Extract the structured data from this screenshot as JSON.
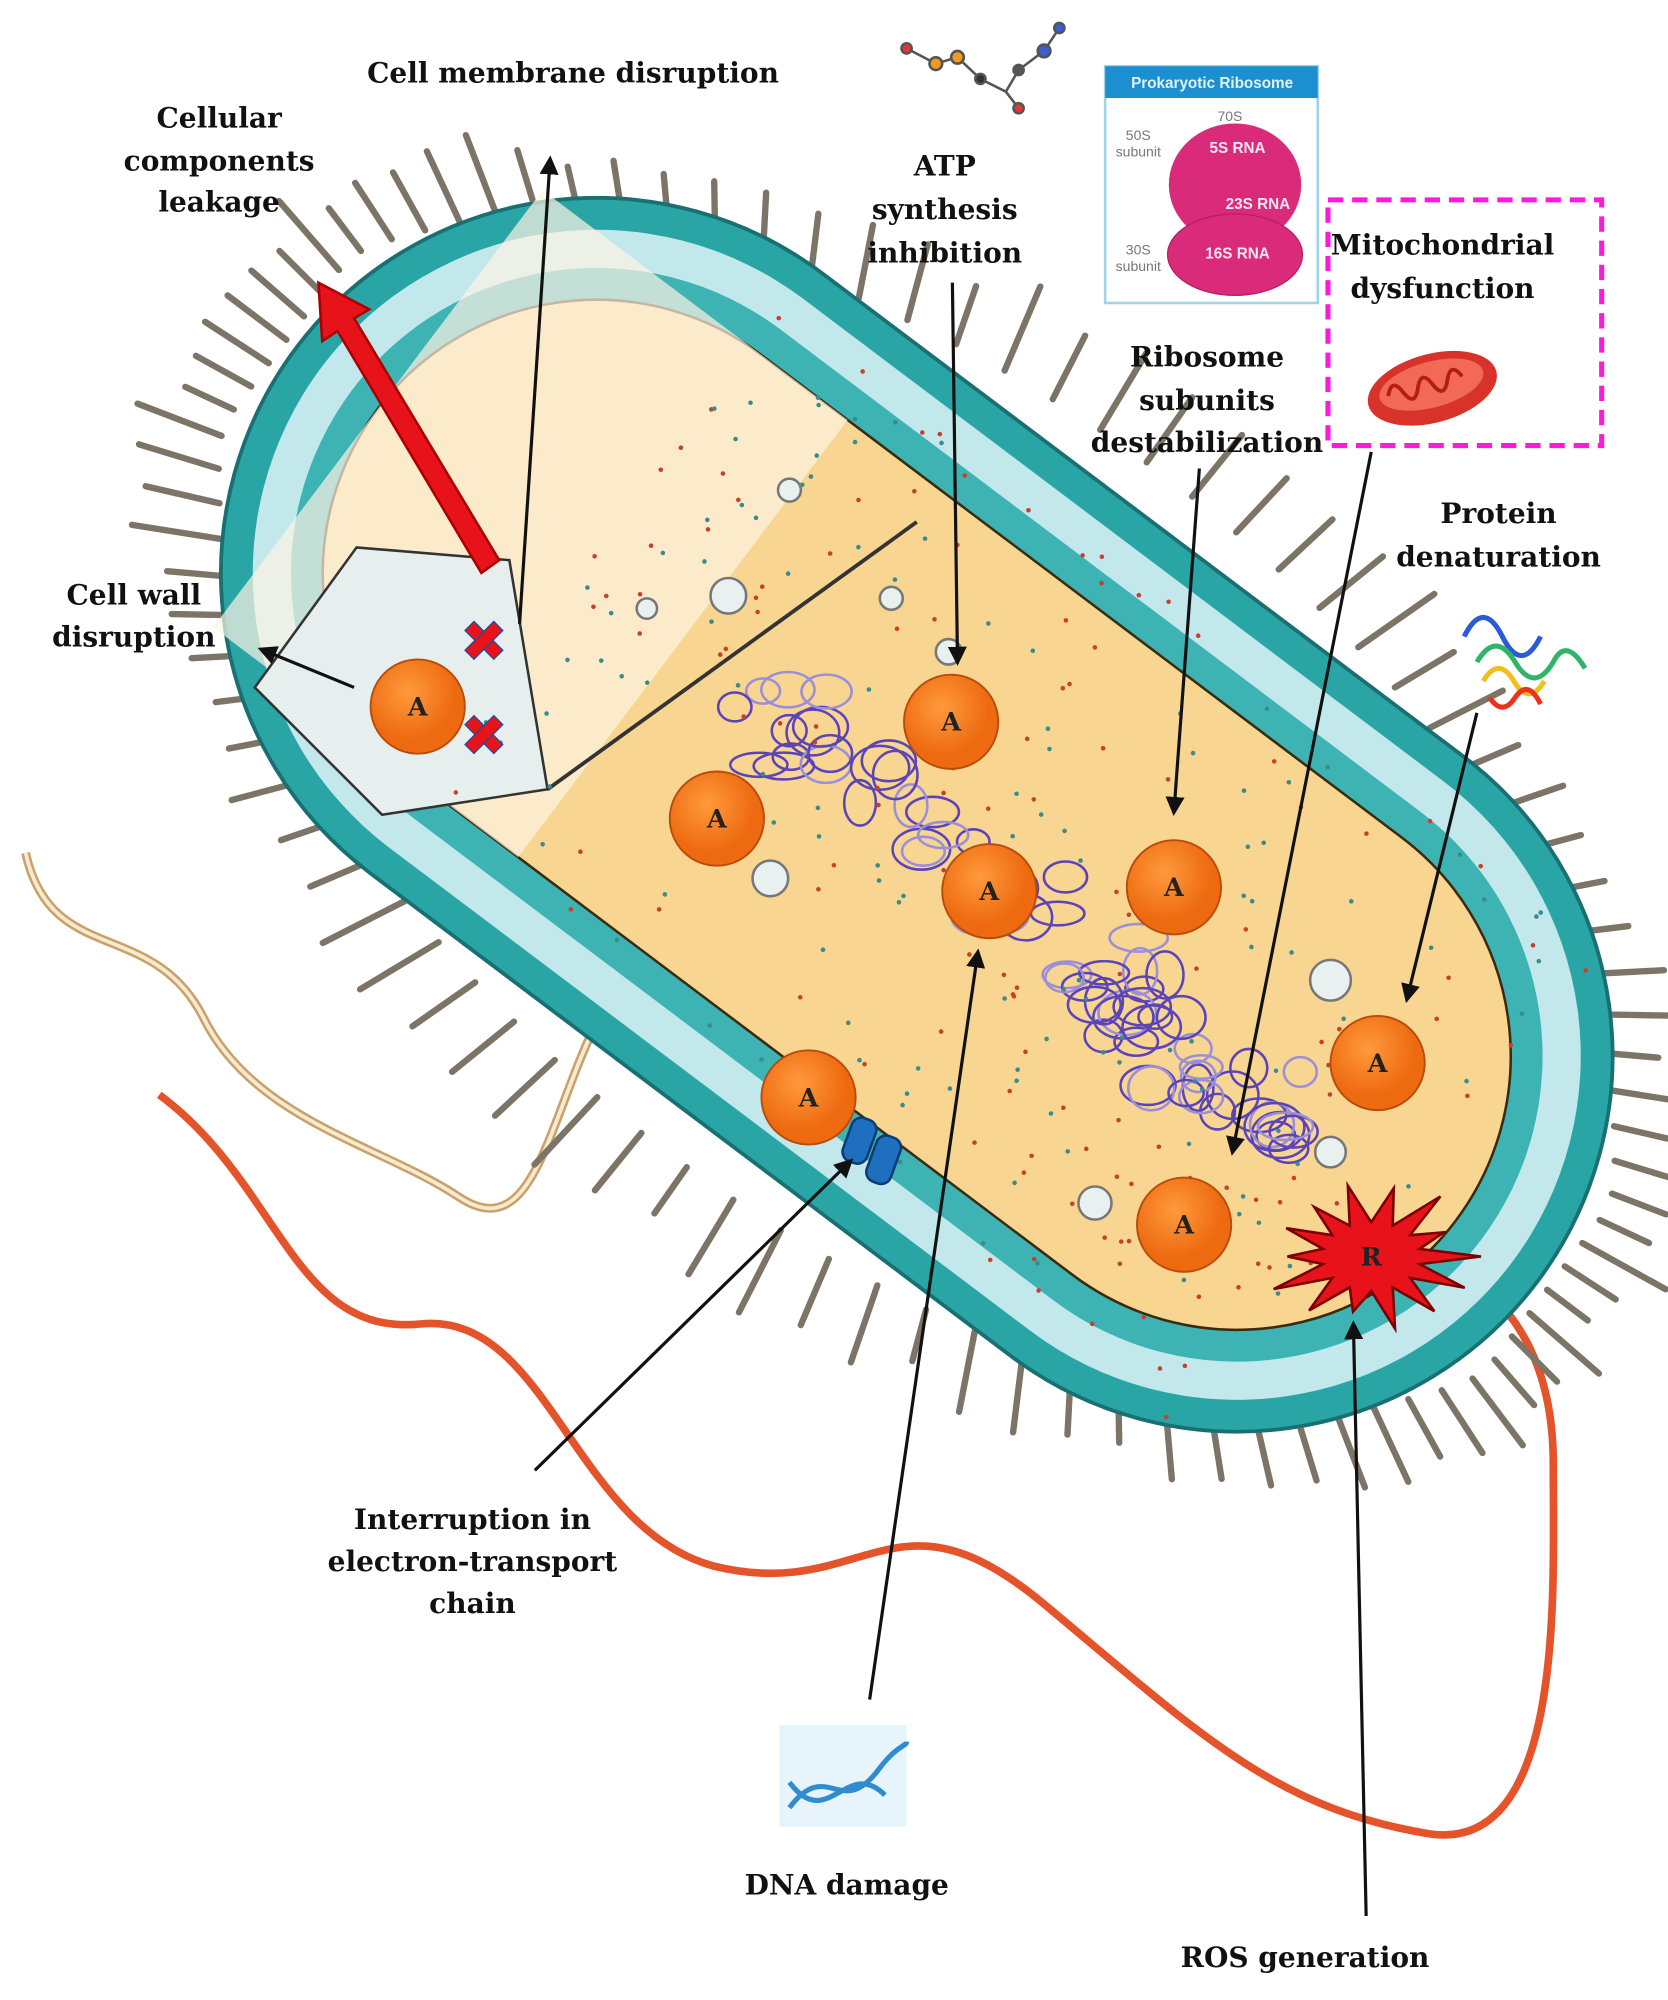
{
  "labels": {
    "membrane": "Cell membrane disruption",
    "leakage": [
      "Cellular",
      "components",
      "leakage"
    ],
    "atp": [
      "ATP",
      "synthesis",
      "inhibition"
    ],
    "ribosome": [
      "Ribosome",
      "subunits",
      "destabilization"
    ],
    "mito": [
      "Mitochondrial",
      "dysfunction"
    ],
    "protein": [
      "Protein",
      "denaturation"
    ],
    "cellwall": [
      "Cell wall",
      "disruption"
    ],
    "etc": [
      "Interruption in",
      "electron-transport",
      "chain"
    ],
    "dna": "DNA damage",
    "ros": "ROS generation"
  },
  "ribosome_inset": {
    "title": "Prokaryotic Ribosome",
    "total": "70S",
    "large": [
      "50S",
      "subunit"
    ],
    "small": [
      "30S",
      "subunit"
    ],
    "rna": [
      "5S RNA",
      "23S RNA",
      "16S RNA"
    ]
  },
  "agent_symbol": "A",
  "ros_symbol": "R",
  "colors": {
    "cell_wall": "#2aa5a6",
    "cytoplasm": "#f8d591",
    "agent": "#f57c1f",
    "ros": "#e8121a",
    "mito_box": "#ff1ad9"
  }
}
